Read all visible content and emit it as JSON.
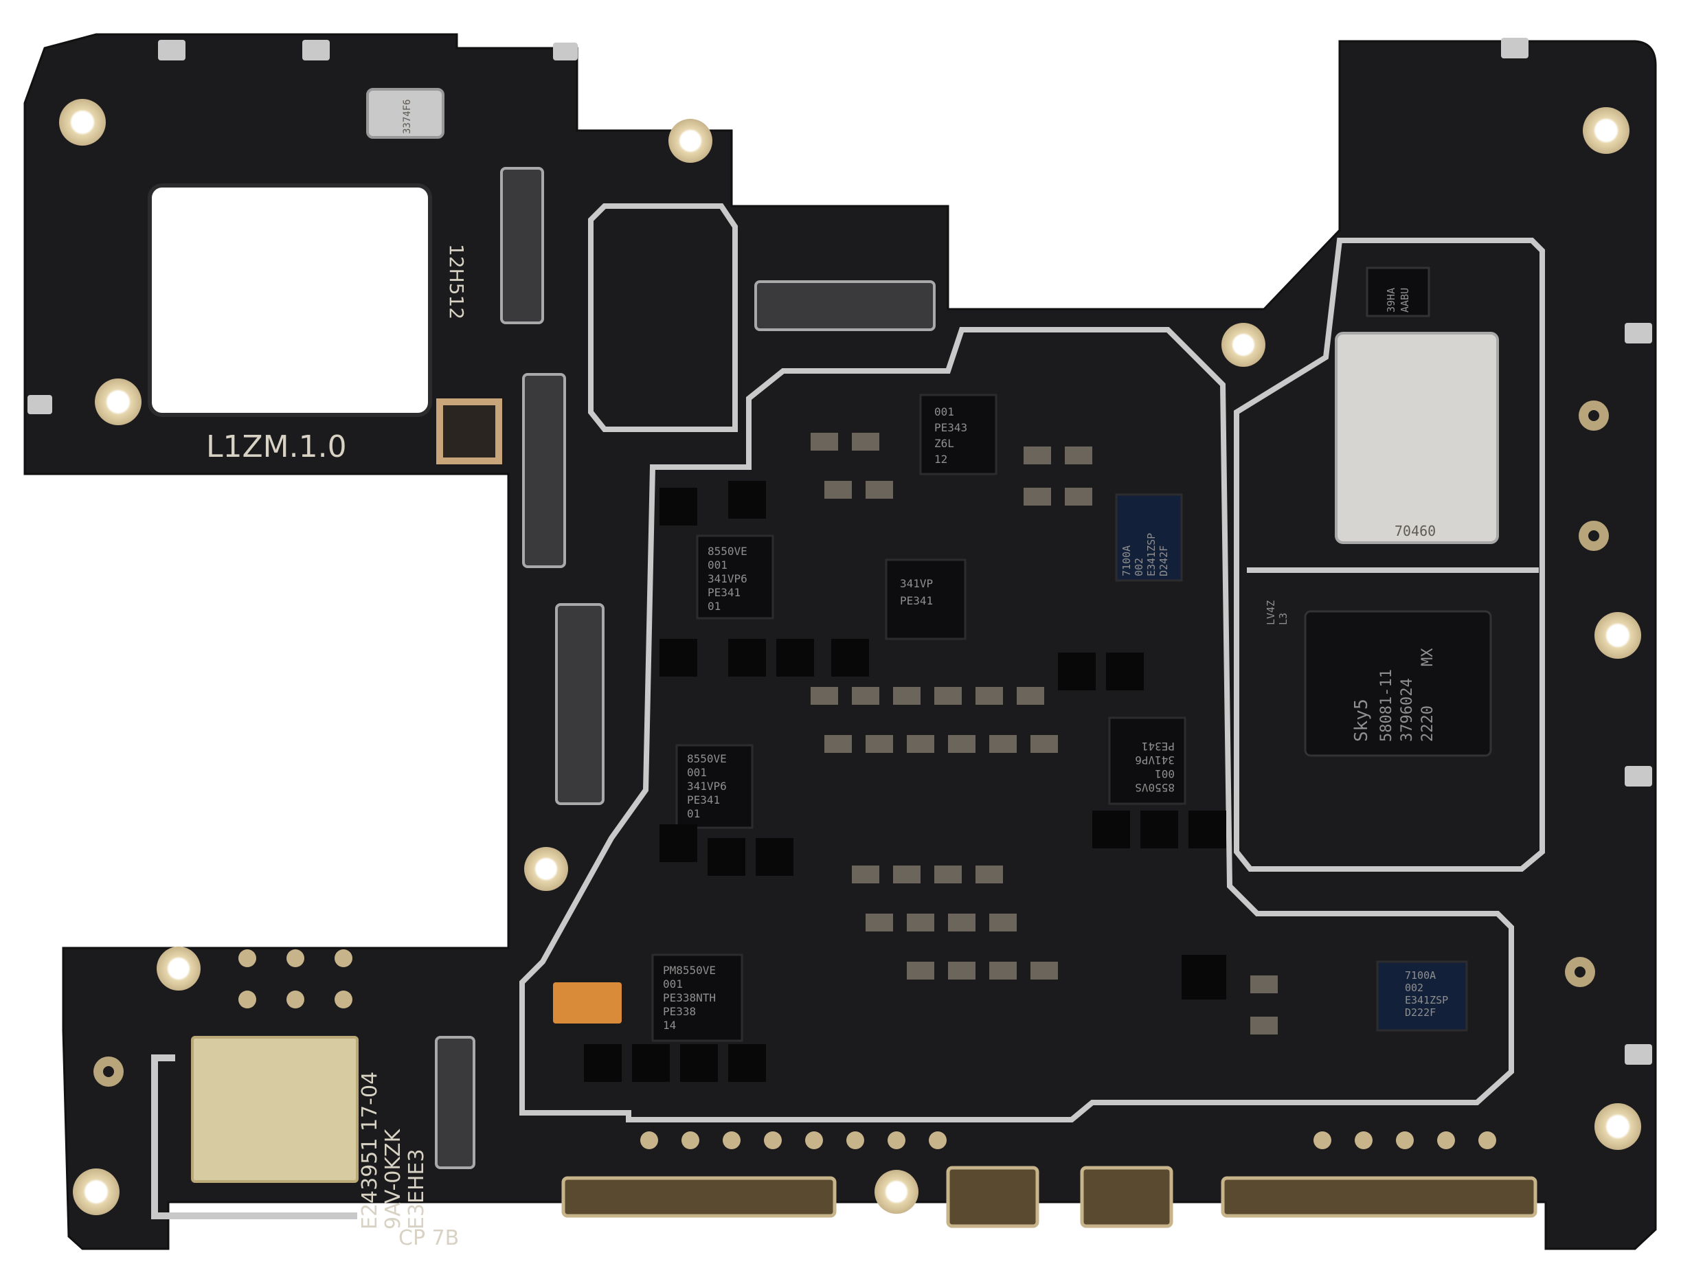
{
  "board": {
    "model_label": "L1ZM.1.0",
    "side_code": "12H512",
    "cp_label": "CP 7B"
  },
  "label_block": {
    "line1": "E243951 17-04",
    "line2": "9AV-0KZK",
    "line3": "E3EHE3"
  },
  "chips": {
    "pmic_top": [
      "001",
      "PE343",
      "Z6L",
      "12"
    ],
    "pmic_left": [
      "8550VE",
      "001",
      "341VP6",
      "PE341",
      "01"
    ],
    "pmic_center": [
      "341VP",
      "PE341"
    ],
    "pmic_lower_left": [
      "8550VE",
      "001",
      "341VP6",
      "PE341",
      "01"
    ],
    "pmic_lower_right": [
      "8550VS",
      "001",
      "341VP6",
      "PE341"
    ],
    "pmic_bottom": [
      "PM8550VE",
      "001",
      "PE338NTH",
      "PE338",
      "14"
    ],
    "pa_top": [
      "7100A",
      "002",
      "E341ZSP",
      "D242F"
    ],
    "pa_bottom": [
      "7100A",
      "002",
      "E341ZSP",
      "D222F"
    ],
    "memory": [
      "39HA",
      "AABU"
    ],
    "soc_shield": [
      "70460"
    ],
    "rf_module": [
      "Sky5",
      "58081-11",
      "3796024",
      "2220",
      "MX"
    ],
    "small_sensor": [
      "3374F6"
    ],
    "side_ic": [
      "LV4Z",
      "L3"
    ]
  },
  "colors": {
    "background": "#ffffff",
    "pcb": "#1b1a1c",
    "pad_gold": "#c8b48a",
    "solder_silver": "#c9c9c9",
    "silkscreen": "#d8d2c4",
    "label_sticker": "#d7cba2"
  }
}
